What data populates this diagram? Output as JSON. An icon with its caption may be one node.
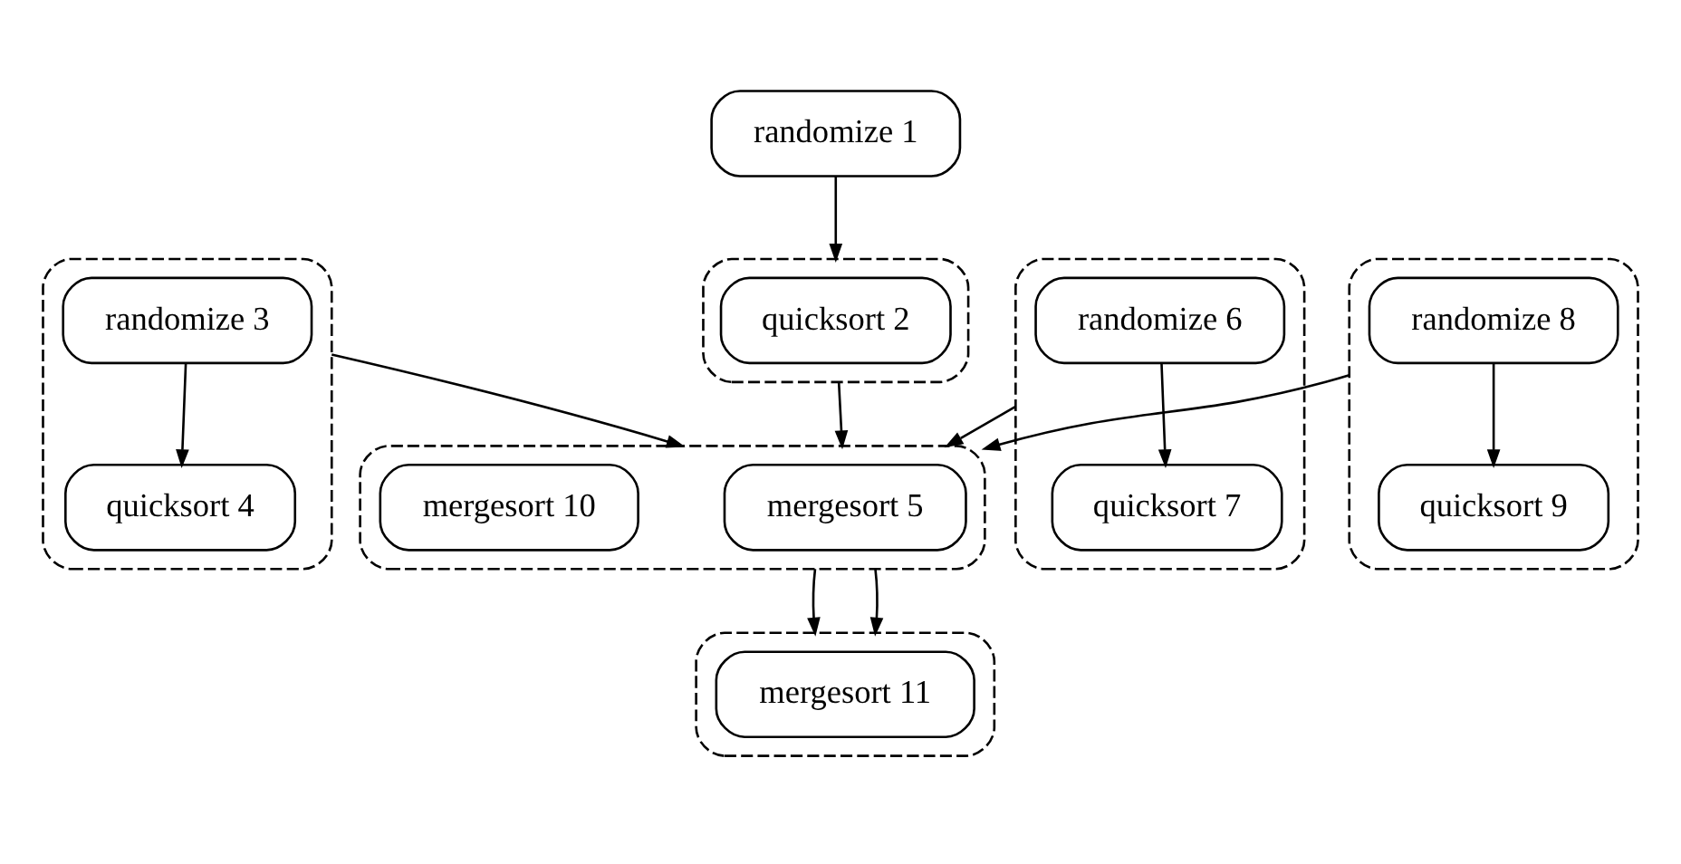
{
  "diagram": {
    "nodes": [
      {
        "text": [
          "randomize 1"
        ]
      },
      {
        "text": [],
        "shape": "box"
      },
      {
        "text": [
          "quicksort 2"
        ],
        "in": 1
      },
      {
        "text": [],
        "shape": "box"
      },
      {
        "text": [
          "randomize 3"
        ],
        "in": 3
      },
      {
        "text": [
          "quicksort 4"
        ],
        "in": 3
      },
      {
        "text": [],
        "shape": "box"
      },
      {
        "text": [
          "randomize 6"
        ],
        "in": 6
      },
      {
        "text": [
          "quicksort 7"
        ],
        "in": 6
      },
      {
        "text": [],
        "shape": "box"
      },
      {
        "text": [
          "randomize 8"
        ],
        "in": 9
      },
      {
        "text": [
          "quicksort 9"
        ],
        "in": 9
      },
      {
        "text": [],
        "shape": "box"
      },
      {
        "text": [
          "mergesort 5"
        ],
        "in": 12
      },
      {
        "text": [
          "mergesort 10"
        ],
        "in": 12
      },
      {
        "text": [],
        "shape": "box"
      },
      {
        "text": [
          "mergesort 11"
        ],
        "in": 15
      }
    ],
    "edges": [
      {
        "from": 0,
        "to": 1,
        "arrow": "to"
      },
      {
        "from": 4,
        "to": 5,
        "arrow": "to"
      },
      {
        "from": 7,
        "to": 8,
        "arrow": "to"
      },
      {
        "from": 10,
        "to": 11,
        "arrow": "to"
      },
      {
        "from": 1,
        "to": 12,
        "arrow": "to"
      },
      {
        "from": 3,
        "to": 12,
        "arrow": "to"
      },
      {
        "from": 6,
        "to": 12,
        "arrow": "to"
      },
      {
        "from": 9,
        "to": 12,
        "arrow": "to"
      },
      {
        "from": 12,
        "to": 15,
        "arrow": "to"
      },
      {
        "from": 12,
        "to": 15,
        "arrow": "to"
      }
    ]
  }
}
